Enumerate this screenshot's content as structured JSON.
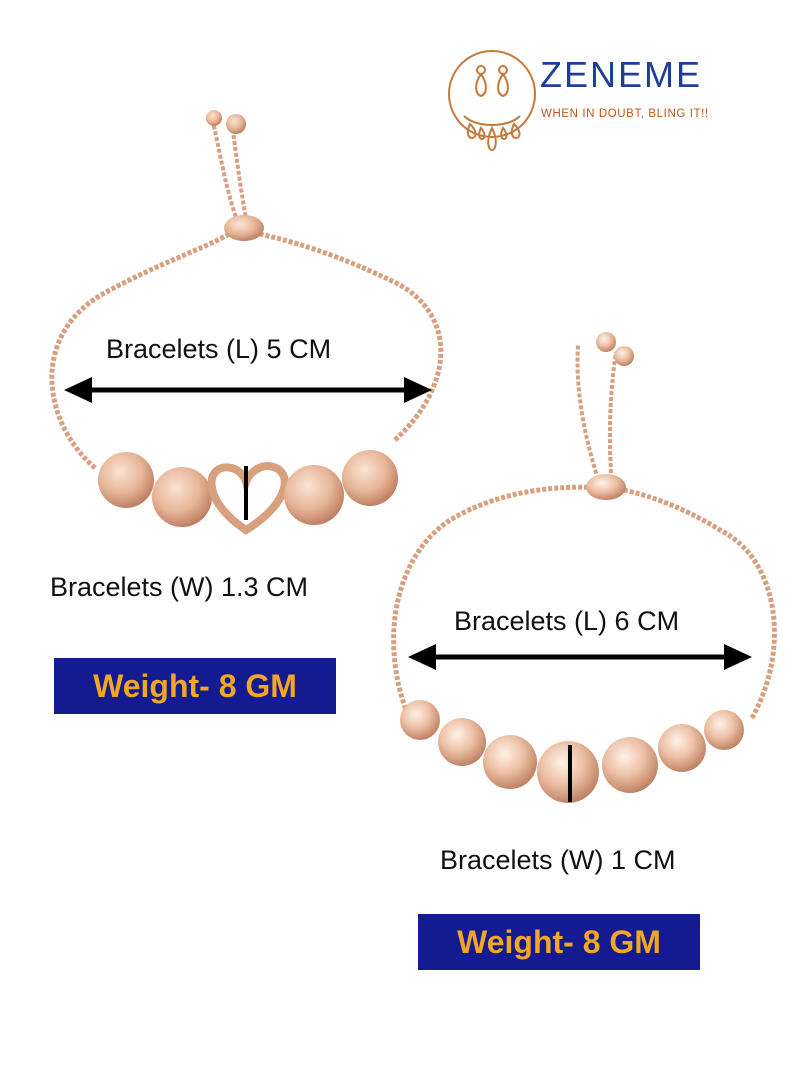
{
  "brand": {
    "name": "ZENEME",
    "tagline": "WHEN IN DOUBT, BLING IT!!",
    "logo_icon": "earring-drops-icon",
    "colors": {
      "name": "#1e3f93",
      "tagline": "#c0541c",
      "logo": "#c47a3a"
    }
  },
  "product_1": {
    "length_label": "Bracelets (L) 5 CM",
    "width_label": "Bracelets (W) 1.3 CM",
    "weight_label": "Weight- 8 GM"
  },
  "product_2": {
    "length_label": "Bracelets (L) 6 CM",
    "width_label": "Bracelets (W) 1 CM",
    "weight_label": "Weight- 8 GM"
  },
  "colors": {
    "weight_box": "#141a8f",
    "weight_text": "#f2a623",
    "metal": "#e7b597",
    "metal_dark": "#c98b6b"
  }
}
